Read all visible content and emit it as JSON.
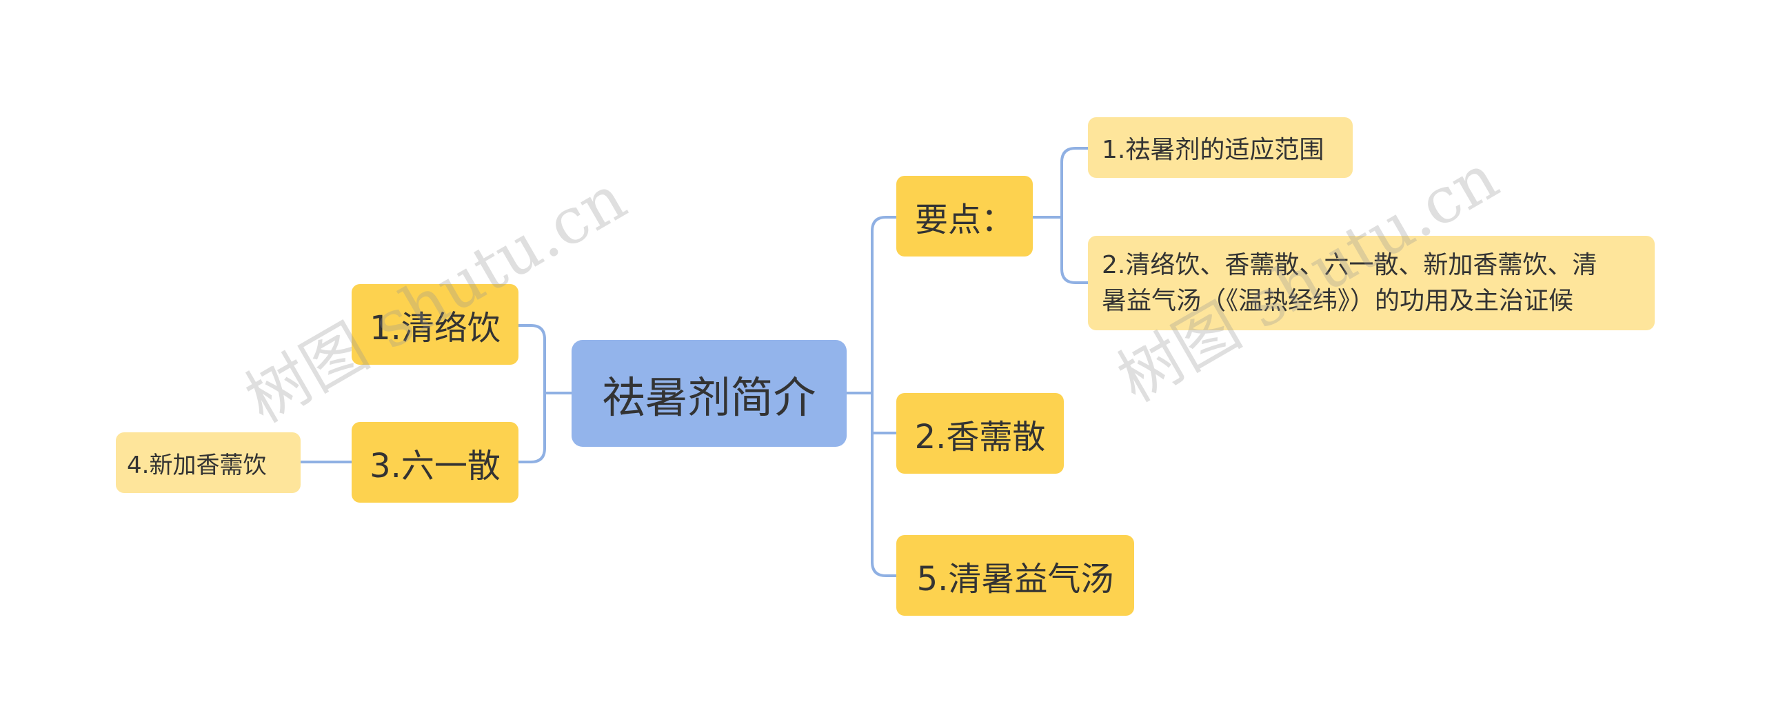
{
  "root": {
    "label": "祛暑剂简介"
  },
  "right_branches": [
    {
      "label": "要点："
    },
    {
      "label": "2.香薷散"
    },
    {
      "label": "5.清暑益气汤"
    }
  ],
  "left_branches": [
    {
      "label": "1.清络饮"
    },
    {
      "label": "3.六一散"
    }
  ],
  "key_points_children": [
    {
      "label": "1.祛暑剂的适应范围"
    },
    {
      "line1": "2.清络饮、香薷散、六一散、新加香薷饮、清",
      "line2": "暑益气汤（《温热经纬》）的功用及主治证候"
    }
  ],
  "liuyisan_children": [
    {
      "label": "4.新加香薷饮"
    }
  ],
  "watermark": {
    "text": "树图 shutu.cn"
  },
  "colors": {
    "root": "#93b4eb",
    "level1": "#fdd24f",
    "level2": "#fee59b",
    "connector": "#8fb0e3",
    "text": "#333333"
  }
}
